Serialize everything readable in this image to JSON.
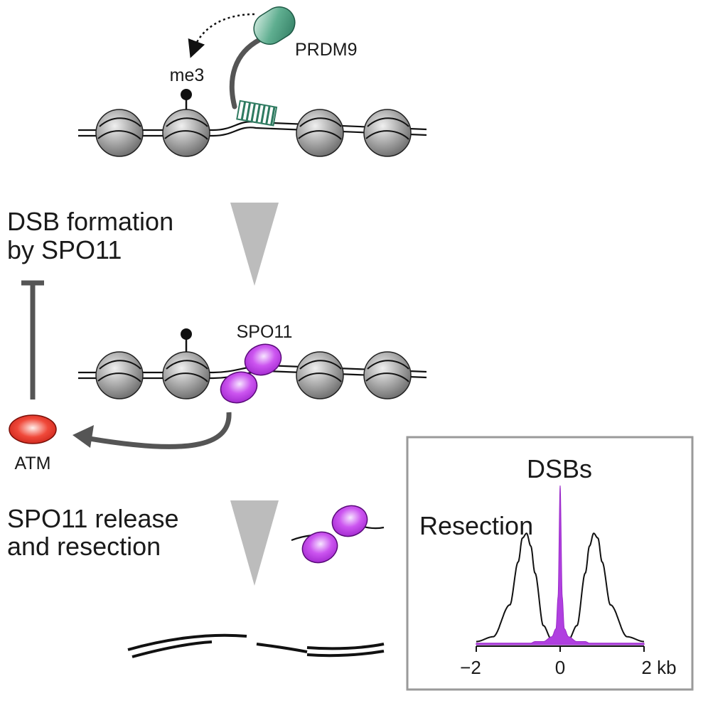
{
  "labels": {
    "prdm9": "PRDM9",
    "me3": "me3",
    "spo11_enzyme": "SPO11",
    "atm": "ATM",
    "step1_line1": "DSB formation",
    "step1_line2": "by SPO11",
    "step2_line1": "SPO11 release",
    "step2_line2": "and resection"
  },
  "inset": {
    "dsbs_label": "DSBs",
    "resection_label": "Resection",
    "x_ticks": [
      "−2",
      "0",
      "2 kb"
    ]
  },
  "colors": {
    "prdm9": "#4e9a80",
    "spo11": "#cc44ee",
    "atm": "#e8392a",
    "nucleosome": "#8a8a8a",
    "profile_fill": "#b040e0",
    "arrow_gray": "#555555",
    "triangle_gray": "#b8b8b8"
  },
  "chart_data": {
    "type": "area",
    "x": [
      -2,
      -1.6,
      -1.2,
      -1,
      -0.9,
      -0.8,
      -0.7,
      -0.6,
      -0.4,
      -0.2,
      -0.1,
      -0.05,
      0,
      0.05,
      0.1,
      0.2,
      0.4,
      0.6,
      0.7,
      0.8,
      0.9,
      1,
      1.2,
      1.6,
      2
    ],
    "series": [
      {
        "name": "Resection",
        "values": [
          0.02,
          0.05,
          0.25,
          0.52,
          0.67,
          0.7,
          0.62,
          0.45,
          0.12,
          0.03,
          0.02,
          0.02,
          0.02,
          0.02,
          0.02,
          0.03,
          0.12,
          0.45,
          0.62,
          0.7,
          0.67,
          0.52,
          0.25,
          0.05,
          0.02
        ]
      },
      {
        "name": "DSBs",
        "values": [
          0.01,
          0.01,
          0.01,
          0.01,
          0.01,
          0.01,
          0.01,
          0.02,
          0.02,
          0.05,
          0.1,
          0.3,
          1,
          0.3,
          0.1,
          0.05,
          0.02,
          0.02,
          0.01,
          0.01,
          0.01,
          0.01,
          0.01,
          0.01,
          0.01
        ]
      }
    ],
    "xlim": [
      -2,
      2
    ]
  }
}
